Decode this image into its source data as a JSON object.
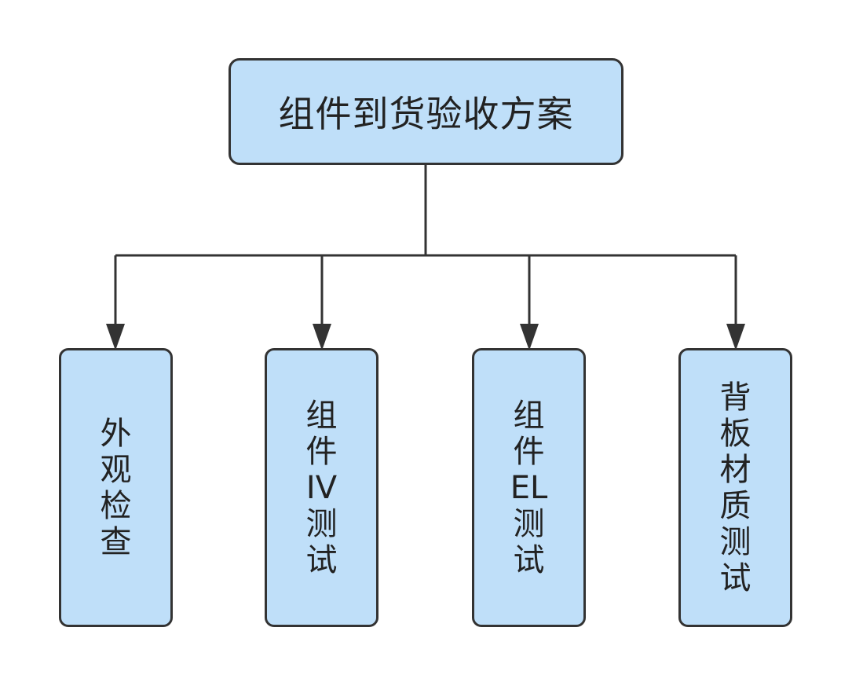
{
  "diagram": {
    "root": {
      "label": "组件到货验收方案"
    },
    "children": [
      {
        "label": "外观检查",
        "lines": [
          "外",
          "观",
          "检",
          "查"
        ]
      },
      {
        "label": "组件IV测试",
        "lines": [
          "组",
          "件",
          "IV",
          "测",
          "试"
        ]
      },
      {
        "label": "组件EL测试",
        "lines": [
          "组",
          "件",
          "EL",
          "测",
          "试"
        ]
      },
      {
        "label": "背板材质测试",
        "lines": [
          "背",
          "板",
          "材",
          "质",
          "测",
          "试"
        ]
      }
    ]
  },
  "colors": {
    "node_fill": "#bfdff9",
    "node_border": "#333333",
    "connector": "#333333",
    "text": "#222222"
  }
}
